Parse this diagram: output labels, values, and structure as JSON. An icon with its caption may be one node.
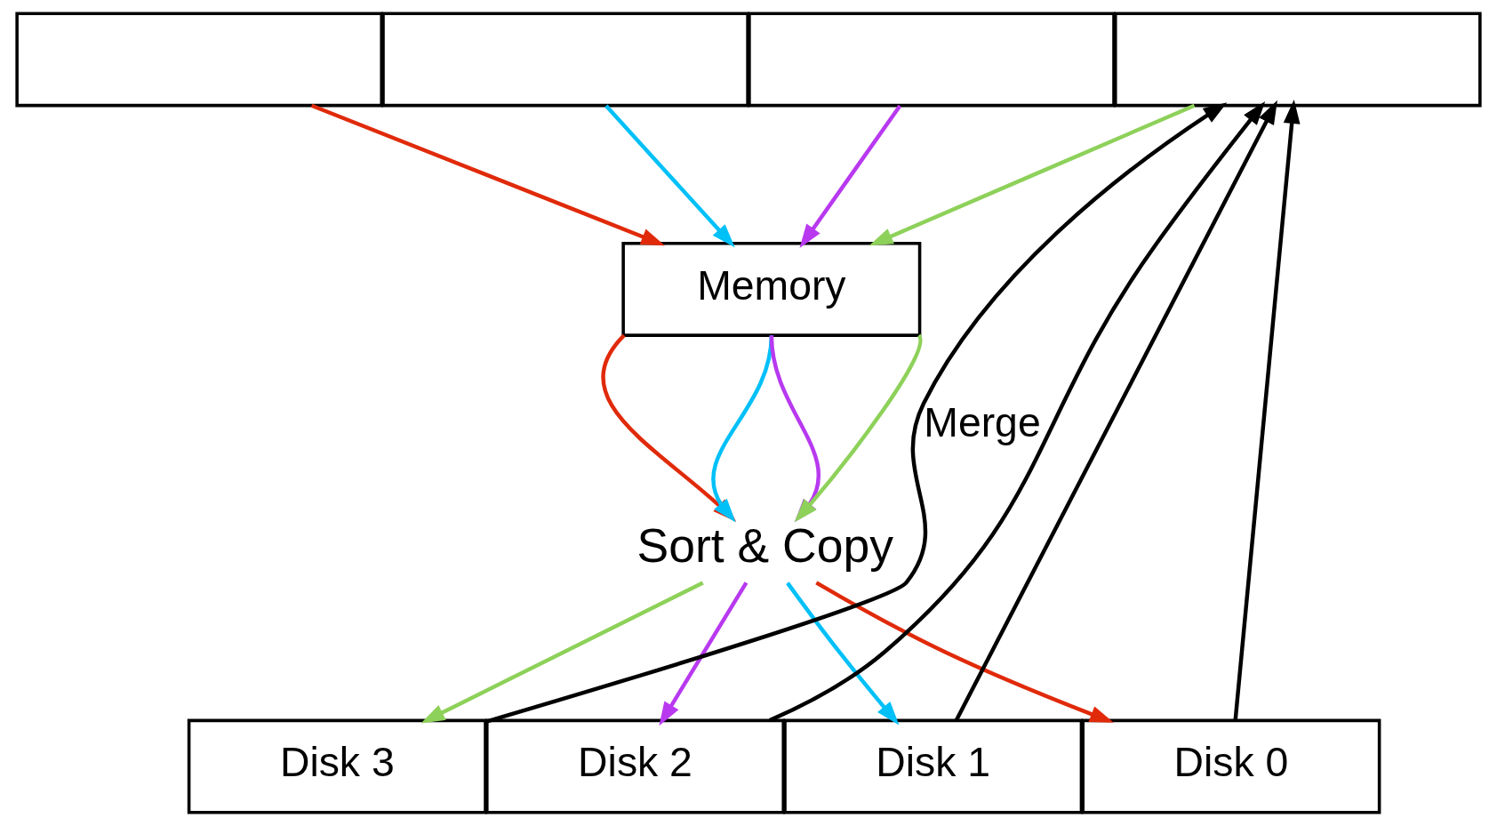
{
  "diagram": {
    "nodes": [
      {
        "text": [],
        "shape": "box"
      },
      {
        "text": [],
        "shape": "box"
      },
      {
        "text": [],
        "shape": "box"
      },
      {
        "text": [],
        "shape": "box"
      },
      {
        "text": [
          "Memory"
        ]
      },
      {
        "text": [
          "Sort & Copy"
        ]
      },
      {
        "text": [
          "Disk 3"
        ]
      },
      {
        "text": [
          "Disk 2"
        ]
      },
      {
        "text": [
          "Disk 1"
        ]
      },
      {
        "text": [
          "Disk 0"
        ]
      }
    ],
    "edges": [
      {
        "from": 0,
        "to": 4,
        "arrow": "to",
        "color": "#e02a0a"
      },
      {
        "from": 1,
        "to": 4,
        "arrow": "to",
        "color": "#00c0f8"
      },
      {
        "from": 2,
        "to": 4,
        "arrow": "to",
        "color": "#b839f0"
      },
      {
        "from": 3,
        "to": 4,
        "arrow": "to",
        "color": "#8ed15a"
      },
      {
        "from": 4,
        "to": 5,
        "arrow": "to",
        "color": "#e02a0a"
      },
      {
        "from": 4,
        "to": 5,
        "arrow": "to",
        "color": "#00c0f8"
      },
      {
        "from": 4,
        "to": 5,
        "arrow": "to",
        "color": "#b839f0"
      },
      {
        "from": 4,
        "to": 5,
        "arrow": "to",
        "color": "#8ed15a"
      },
      {
        "from": 5,
        "to": 6,
        "arrow": "to",
        "color": "#8ed15a"
      },
      {
        "from": 5,
        "to": 7,
        "arrow": "to",
        "color": "#b839f0"
      },
      {
        "from": 5,
        "to": 8,
        "arrow": "to",
        "color": "#00c0f8"
      },
      {
        "from": 5,
        "to": 9,
        "arrow": "to",
        "color": "#e02a0a"
      },
      {
        "from": 6,
        "to": 3,
        "arrow": "to",
        "label": "Merge"
      },
      {
        "from": 7,
        "to": 3,
        "arrow": "to"
      },
      {
        "from": 8,
        "to": 3,
        "arrow": "to"
      },
      {
        "from": 9,
        "to": 3,
        "arrow": "to"
      }
    ]
  }
}
